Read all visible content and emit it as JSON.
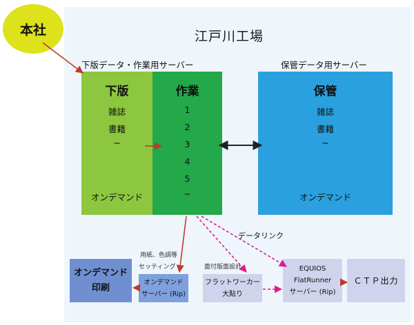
{
  "factory": {
    "title": "江戸川工場"
  },
  "honsha": {
    "label": "本社"
  },
  "captions": {
    "shita_server": "下版データ・作業用サーバー",
    "hokan_server": "保管データ用サーバー",
    "data_link": "データリンク",
    "paper_setting_1": "用紙、色調等",
    "paper_setting_2": "セッティング",
    "imposition": "面付版面設計"
  },
  "columns": {
    "shita": {
      "head": "下版",
      "items": [
        "雑誌",
        "書籍",
        "~",
        "オンデマンド"
      ]
    },
    "sagyo": {
      "head": "作業",
      "items": [
        "1",
        "2",
        "3",
        "4",
        "5",
        "~"
      ]
    },
    "hokan": {
      "head": "保管",
      "items": [
        "雑誌",
        "書籍",
        "~",
        "オンデマンド"
      ]
    }
  },
  "boxes": {
    "ondemand_print": [
      "オンデマンド",
      "印刷"
    ],
    "ondemand_rip": [
      "オンデマンド",
      "サーバー (Rip)"
    ],
    "flatworker": [
      "フラットワーカー",
      "大貼り"
    ],
    "equios": [
      "EQUIOS",
      "FlatRunner",
      "サーバー (Rip)"
    ],
    "ctp": "ＣＴＰ出力"
  },
  "colors": {
    "background": "#eef6fc",
    "honsha": "#dde21a",
    "shita": "#8dc63f",
    "sagyo": "#23a84a",
    "hokan": "#2aa1de",
    "print": "#6f8fd0",
    "rip": "#7fa0df",
    "light_box": "#cfd3ec",
    "solid_arrow": "#c0392b",
    "dashed_arrow": "#e0198f"
  }
}
